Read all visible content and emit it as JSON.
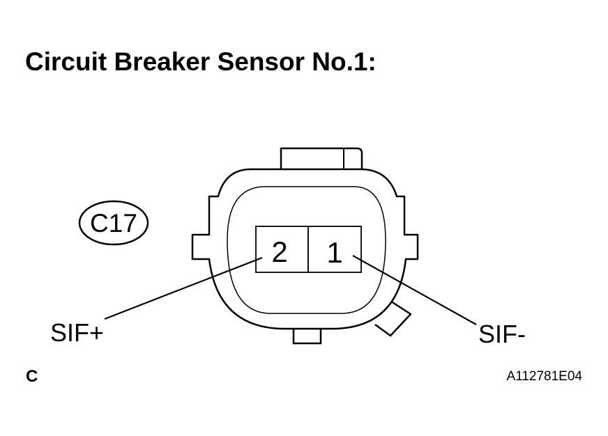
{
  "title": "Circuit Breaker Sensor No.1:",
  "connector": {
    "id": "C17",
    "pins": [
      {
        "number": "2",
        "signal": "SIF+"
      },
      {
        "number": "1",
        "signal": "SIF-"
      }
    ]
  },
  "footer": {
    "section": "C",
    "figure_code": "A112781E04"
  }
}
